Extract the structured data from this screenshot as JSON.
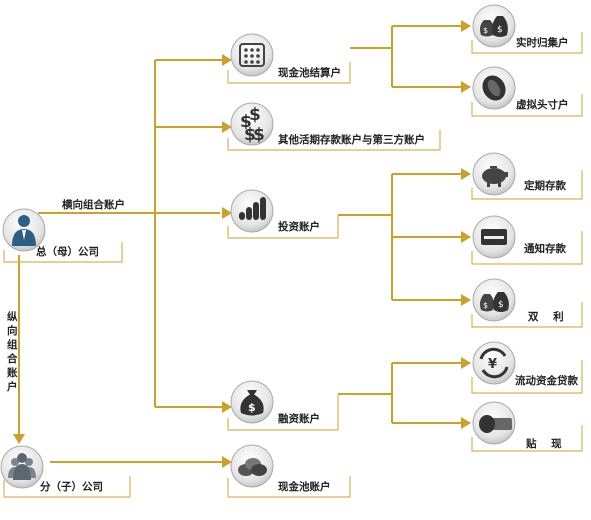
{
  "accent_color": "#c9a227",
  "nodes": {
    "parent": {
      "label": "总（母）公司",
      "icon": "person-icon"
    },
    "child": {
      "label": "分（子）公司",
      "icon": "group-icon"
    },
    "cash_pool_settle": {
      "label": "现金池结算户",
      "icon": "abacus-icon"
    },
    "other_demand": {
      "label": "其他活期存款账户与第三方账户",
      "icon": "dollar-signs-icon"
    },
    "investment": {
      "label": "投资账户",
      "icon": "rising-coins-icon"
    },
    "financing": {
      "label": "融资账户",
      "icon": "money-bag-icon"
    },
    "cash_pool": {
      "label": "现金池账户",
      "icon": "coin-stack-icon"
    },
    "realtime_collect": {
      "label": "实时归集户",
      "icon": "money-bags-icon"
    },
    "virtual_sub": {
      "label": "虚拟头寸户",
      "icon": "coin-icon"
    },
    "fixed_deposit": {
      "label": "定期存款",
      "icon": "piggy-bank-icon"
    },
    "notice_deposit": {
      "label": "通知存款",
      "icon": "card-icon"
    },
    "dual_interest": {
      "label": "双    利",
      "icon": "money-bags-icon"
    },
    "working_capital": {
      "label": "流动资金贷款",
      "icon": "yen-cycle-icon"
    },
    "discount": {
      "label": "贴    现",
      "icon": "coin-card-icon"
    }
  },
  "edges": {
    "horizontal": {
      "label": "横向组合账户"
    },
    "vertical": {
      "label": "纵向组合账户"
    }
  }
}
